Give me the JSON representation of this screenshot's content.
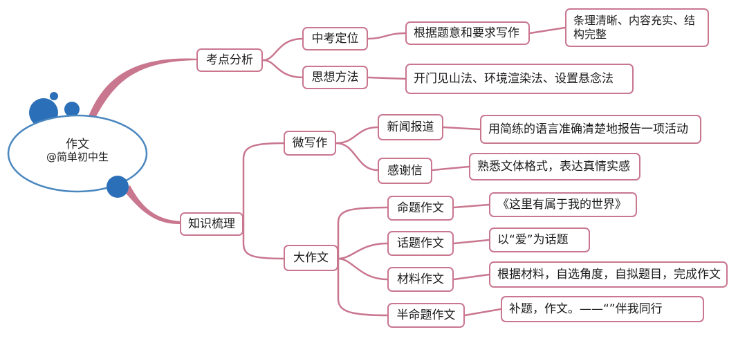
{
  "root": {
    "title": "作文",
    "subtitle": "@简单初中生"
  },
  "branches": {
    "analysis": {
      "label": "考点分析",
      "positioning": {
        "label": "中考定位",
        "detail": "根据题意和要求写作",
        "sub_detail": "条理清晰、内容充实、结构完整"
      },
      "method": {
        "label": "思想方法",
        "detail": "开门见山法、环境渲染法、设置悬念法"
      }
    },
    "knowledge": {
      "label": "知识梳理",
      "micro": {
        "label": "微写作",
        "news": {
          "label": "新闻报道",
          "detail": "用简练的语言准确清楚地报告一项活动"
        },
        "thanks": {
          "label": "感谢信",
          "detail": "熟悉文体格式，表达真情实感"
        }
      },
      "essay": {
        "label": "大作文",
        "proposition": {
          "label": "命题作文",
          "detail": "《这里有属于我的世界》"
        },
        "topic": {
          "label": "话题作文",
          "detail": "以“爱”为话题"
        },
        "material": {
          "label": "材料作文",
          "detail": "根据材料，自选角度，自拟题目，完成作文"
        },
        "semi": {
          "label": "半命题作文",
          "detail": "补题，作文。——“”伴我同行"
        }
      }
    }
  },
  "colors": {
    "branch": "#c9768f",
    "bubble": "#2a6fb8",
    "root_border": "#4a87bf"
  }
}
